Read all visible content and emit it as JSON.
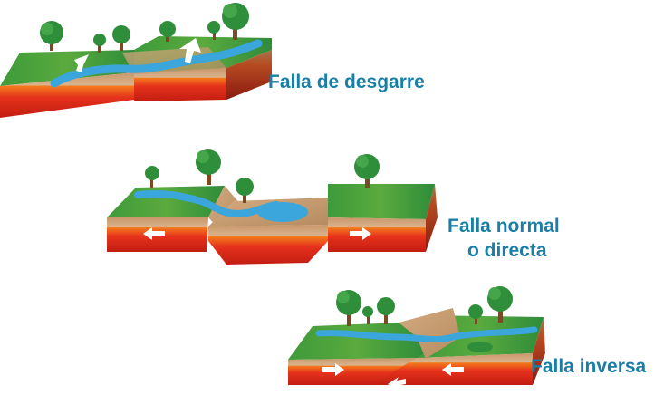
{
  "labels": {
    "strike_slip": "Falla de desgarre",
    "normal_line1": "Falla normal",
    "normal_line2": "o directa",
    "reverse": "Falla inversa"
  },
  "colors": {
    "label_text": "#1a7fa6",
    "grass": "#3f9a3a",
    "soil": "#caa37a",
    "crust_red": "#e8321e",
    "mantle_orange": "#f3731e",
    "water": "#3aa6dc",
    "arrow": "#ffffff"
  },
  "icons": [
    "tree-icon",
    "arrow-icon",
    "river-icon"
  ]
}
